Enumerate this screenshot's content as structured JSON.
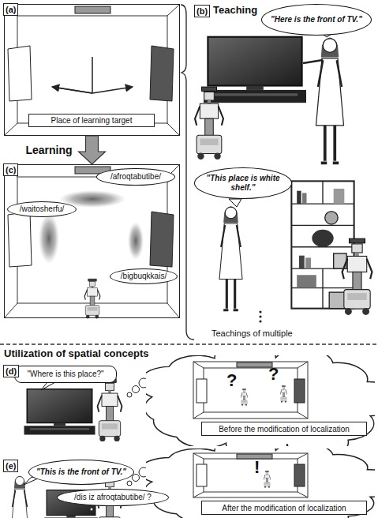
{
  "diagram": {
    "nodes": [
      {
        "text": [
          "(a)"
        ]
      },
      {
        "text": [
          "Place of learning target"
        ],
        "in": 0
      },
      {
        "text": [
          "(b)",
          "Teaching"
        ]
      },
      {
        "text": [
          "\"Here is the front of TV.\""
        ],
        "in": 2
      },
      {
        "text": [
          "\"This place is white shelf.\""
        ],
        "in": 2
      },
      {
        "text": [
          "(c)"
        ]
      },
      {
        "text": [
          "/afroqtabutibe/"
        ],
        "in": 5
      },
      {
        "text": [
          "/waitosherfu/"
        ],
        "in": 5
      },
      {
        "text": [
          "/bigbuqkkais/"
        ],
        "in": 5
      },
      {
        "text": [
          "\"Where is this place?\""
        ]
      },
      {
        "text": [
          "Before the modification of localization"
        ]
      },
      {
        "text": [
          "\"This is the front of TV.\""
        ]
      },
      {
        "text": [
          "/dis iz afroqtabutibe/ ?"
        ]
      },
      {
        "text": [
          "After the modification of localization"
        ]
      }
    ],
    "edges": [
      {
        "from": 0,
        "to": 5,
        "label": "Learning",
        "arrow": "to"
      }
    ],
    "labels": [
      "Teachings of multiple",
      "Utilization of spatial concepts",
      "(d)",
      "(e)",
      "?",
      "?",
      "!"
    ]
  }
}
